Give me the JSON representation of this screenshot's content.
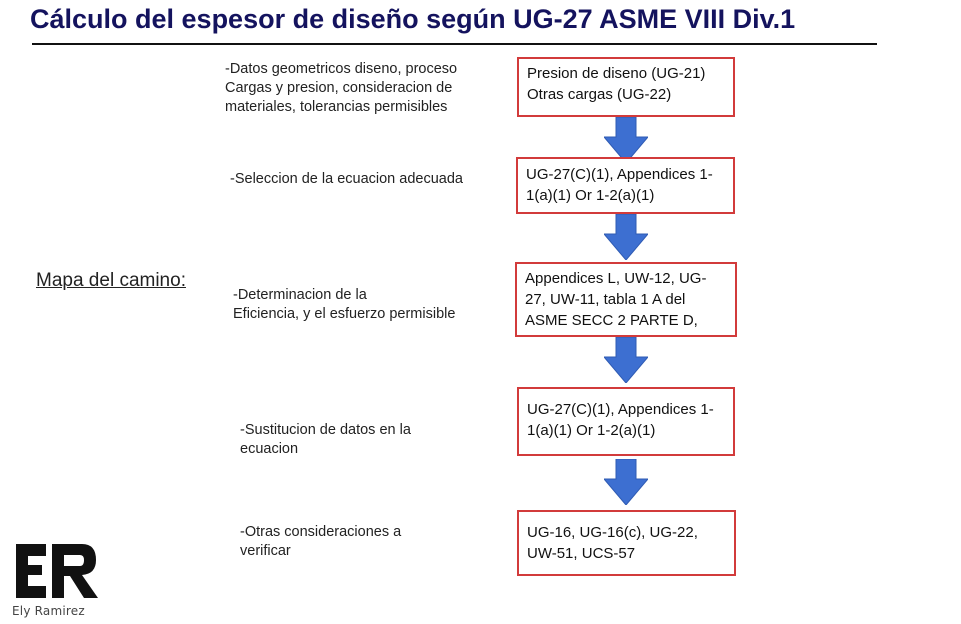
{
  "title": "Cálculo del espesor de diseño según UG-27  ASME VIII Div.1",
  "roadmap_label": "Mapa del camino:",
  "steps": [
    {
      "description": "-Datos geometricos diseno, proceso\nCargas y presion, consideracion de\nmateriales, tolerancias permisibles",
      "reference": "Presion de diseno (UG-21)\nOtras cargas (UG-22)"
    },
    {
      "description": "-Seleccion de la ecuacion adecuada",
      "reference": "UG-27(C)(1), Appendices 1-\n1(a)(1) Or 1-2(a)(1)"
    },
    {
      "description": "-Determinacion de la\nEficiencia, y el esfuerzo permisible",
      "reference": "Appendices L, UW-12, UG-\n27,  UW-11, tabla 1 A del\nASME SECC 2 PARTE D,"
    },
    {
      "description": "-Sustitucion de datos en la\necuacion",
      "reference": "UG-27(C)(1), Appendices 1-\n1(a)(1) Or 1-2(a)(1)"
    },
    {
      "description": "-Otras consideraciones a\nverificar",
      "reference": "UG-16, UG-16(c), UG-22,\nUW-51, UCS-57"
    }
  ],
  "logo": {
    "initials": "ER",
    "caption": "Ely Ramirez"
  },
  "colors": {
    "title": "#14135e",
    "box_border": "#d23b3b",
    "arrow": "#3d6fd1"
  }
}
